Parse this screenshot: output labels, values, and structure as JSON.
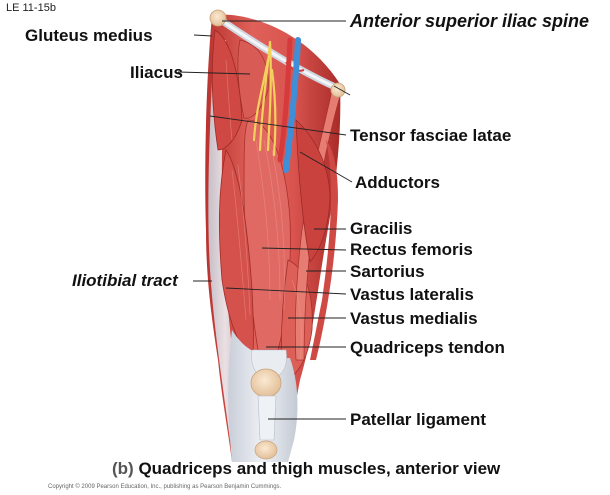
{
  "figure_id": "LE 11-15b",
  "labels": {
    "gluteus_medius": "Gluteus medius",
    "iliacus": "Iliacus",
    "iliotibial_tract": "Iliotibial tract",
    "asis": "Anterior superior iliac spine",
    "tensor_fasciae_latae": "Tensor fasciae latae",
    "adductors": "Adductors",
    "gracilis": "Gracilis",
    "rectus_femoris": "Rectus femoris",
    "sartorius": "Sartorius",
    "vastus_lateralis": "Vastus lateralis",
    "vastus_medialis": "Vastus medialis",
    "quadriceps_tendon": "Quadriceps tendon",
    "patellar_ligament": "Patellar ligament"
  },
  "caption": {
    "tag": "(b)",
    "text": "Quadriceps and thigh muscles, anterior view"
  },
  "copyright": "Copyright © 2009 Pearson Education, Inc., publishing as Pearson Benjamin Cummings.",
  "colors": {
    "muscle": "#d9544f",
    "muscle_dark": "#b8332f",
    "muscle_light": "#ef8a7f",
    "fascia": "#dfe3ea",
    "nerve": "#f2d15c",
    "vein": "#3f8fd8",
    "artery": "#d63a3a",
    "bone": "#f3dcc0"
  }
}
